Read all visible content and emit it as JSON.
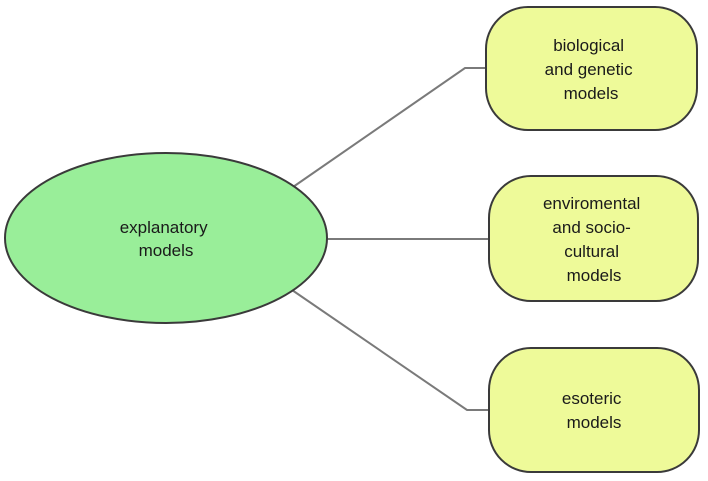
{
  "diagram": {
    "root": {
      "lines": [
        "explanatory",
        "models"
      ],
      "fill": "#99ee99",
      "stroke": "#3a3a3a"
    },
    "children": [
      {
        "lines": [
          "biological",
          "and genetic",
          "models"
        ]
      },
      {
        "lines": [
          "enviromental",
          "and socio-",
          "cultural",
          "models"
        ]
      },
      {
        "lines": [
          "esoteric",
          "models"
        ]
      }
    ],
    "child_style": {
      "fill": "#eefa99",
      "stroke": "#3a3a3a"
    },
    "connector_color": "#7a7a7a"
  }
}
